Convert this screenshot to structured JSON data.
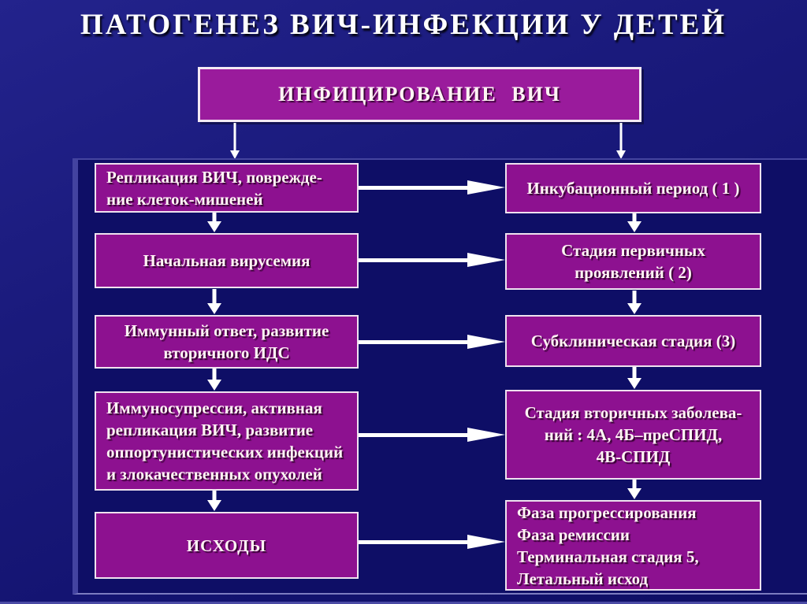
{
  "slide": {
    "title": "ПАТОГЕНЕЗ ВИЧ-ИНФЕКЦИИ У ДЕТЕЙ"
  },
  "root": {
    "id": "hiv-infection",
    "label": "ИНФИЦИРОВАНИЕ ВИЧ"
  },
  "left_column": [
    {
      "id": "hiv-replication",
      "text": "Репликация ВИЧ, поврежде-\nние клеток-мишеней"
    },
    {
      "id": "initial-viremia",
      "text": "Начальная вирусемия"
    },
    {
      "id": "immune-response",
      "text": "Иммунный ответ, развитие\nвторичного ИДС"
    },
    {
      "id": "immunosuppression",
      "text": "Иммуносупрессия, активная\nрепликация ВИЧ, развитие\nоппортунистических инфекций\nи злокачественных опухолей"
    },
    {
      "id": "outcomes",
      "text": "ИСХОДЫ"
    }
  ],
  "right_column": [
    {
      "id": "incubation-period",
      "text": "Инкубационный период ( 1 )"
    },
    {
      "id": "primary-stage",
      "text": "Стадия первичных\nпроявлений ( 2)"
    },
    {
      "id": "subclinical-stage",
      "text": "Субклиническая стадия (3)"
    },
    {
      "id": "secondary-stage",
      "text": "Стадия вторичных заболева-\nний : 4А, 4Б–преСПИД,\n4В-СПИД"
    },
    {
      "id": "phases",
      "text": "Фаза прогрессирования\nФаза ремиссии\nТерминальная стадия 5,\nЛетальный исход"
    }
  ],
  "edges": [
    {
      "from": "hiv-infection",
      "to": "hiv-replication"
    },
    {
      "from": "hiv-infection",
      "to": "incubation-period"
    },
    {
      "from": "hiv-replication",
      "to": "initial-viremia"
    },
    {
      "from": "initial-viremia",
      "to": "immune-response"
    },
    {
      "from": "immune-response",
      "to": "immunosuppression"
    },
    {
      "from": "immunosuppression",
      "to": "outcomes"
    },
    {
      "from": "incubation-period",
      "to": "primary-stage"
    },
    {
      "from": "primary-stage",
      "to": "subclinical-stage"
    },
    {
      "from": "subclinical-stage",
      "to": "secondary-stage"
    },
    {
      "from": "secondary-stage",
      "to": "phases"
    },
    {
      "from": "hiv-replication",
      "to": "incubation-period"
    },
    {
      "from": "initial-viremia",
      "to": "primary-stage"
    },
    {
      "from": "immune-response",
      "to": "subclinical-stage"
    },
    {
      "from": "immunosuppression",
      "to": "secondary-stage"
    },
    {
      "from": "outcomes",
      "to": "phases"
    }
  ],
  "colors": {
    "background": "#16166F",
    "panel": "#0E0E66",
    "box_fill": "#8D1190",
    "root_box_fill": "#9A1B9C",
    "box_border": "#EFE2EF",
    "box_text": "#FFF4F4",
    "arrow": "#FFFFFF",
    "title_text": "#FFFFFF"
  }
}
